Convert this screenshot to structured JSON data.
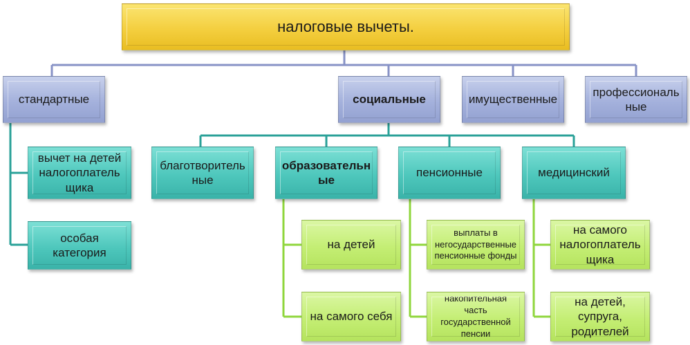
{
  "root": "налоговые вычеты.",
  "level1": {
    "standard": "стандартные",
    "social": "социальные",
    "property": "имущественные",
    "professional": "профессиональ\nные"
  },
  "standard_children": [
    "вычет на детей\nналогоплатель\nщика",
    "особая\nкатегория"
  ],
  "social_children": {
    "charity": "благотворитель\nные",
    "education": "образовательн\nые",
    "pension": "пенсионные",
    "medical": "медицинский"
  },
  "education_children": [
    "на детей",
    "на самого себя"
  ],
  "pension_children": [
    "выплаты в\nнегосударственные\nпенсионные фонды",
    "накопительная\nчасть\nгосударственной\nпенсии"
  ],
  "medical_children": [
    "на самого\nналогоплатель\nщика",
    "на детей,\nсупруга,\nродителей"
  ],
  "colors": {
    "root": "#f4cf3f",
    "level1": "#a4b1dc",
    "level2": "#4ec7bc",
    "level3": "#c4ee74",
    "connector_top": "#8792c6",
    "connector_teal": "#2aa198",
    "connector_green": "#8fd63c"
  }
}
